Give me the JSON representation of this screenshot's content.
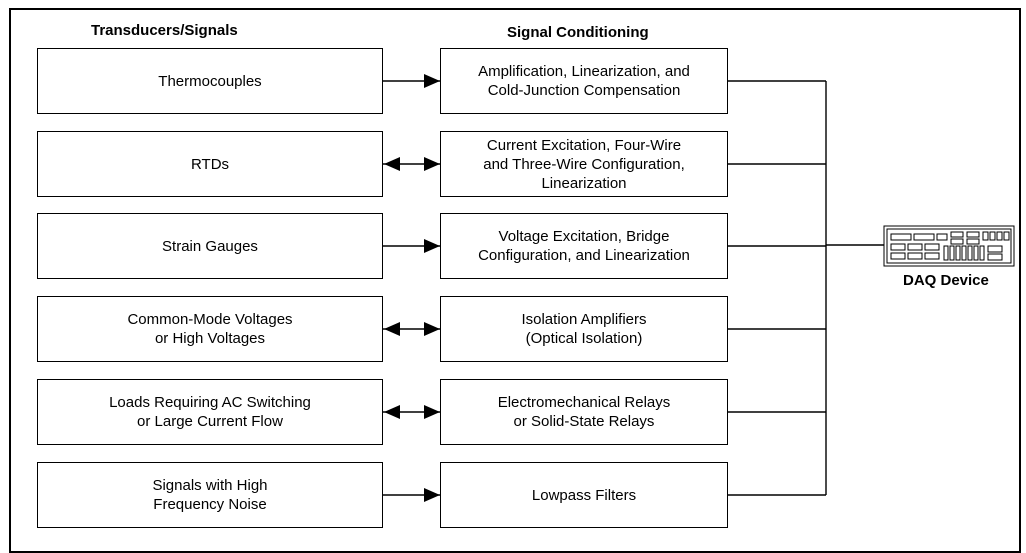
{
  "headers": {
    "transducers": "Transducers/Signals",
    "conditioning": "Signal Conditioning"
  },
  "rows": [
    {
      "transducer": "Thermocouples",
      "conditioning": "Amplification, Linearization, and\nCold-Junction Compensation",
      "arrow": "one-way"
    },
    {
      "transducer": "RTDs",
      "conditioning": "Current Excitation, Four-Wire\nand Three-Wire Configuration,\nLinearization",
      "arrow": "two-way"
    },
    {
      "transducer": "Strain Gauges",
      "conditioning": "Voltage Excitation, Bridge\nConfiguration, and Linearization",
      "arrow": "one-way"
    },
    {
      "transducer": "Common-Mode Voltages\nor High Voltages",
      "conditioning": "Isolation Amplifiers\n(Optical Isolation)",
      "arrow": "two-way"
    },
    {
      "transducer": "Loads Requiring AC Switching\nor Large Current Flow",
      "conditioning": "Electromechanical Relays\nor Solid-State Relays",
      "arrow": "two-way"
    },
    {
      "transducer": "Signals with High\nFrequency Noise",
      "conditioning": "Lowpass Filters",
      "arrow": "one-way"
    }
  ],
  "daq": {
    "label": "DAQ Device",
    "icon": "daq-device-icon"
  }
}
